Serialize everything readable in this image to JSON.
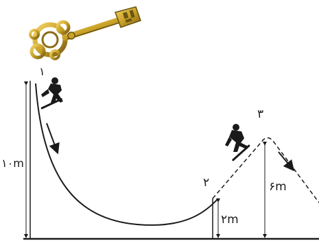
{
  "labels": {
    "point_1": "۱",
    "point_2": "۲",
    "point_3": "۳",
    "height_start": "۱۰m",
    "height_point_2": "۲m",
    "height_point_3": "۶m"
  },
  "icons": {
    "key": "key-icon",
    "skater_top": "skateboarder-icon",
    "skater_ramp": "skateboarder-icon",
    "arrow_down": "arrow-icon",
    "arrow_ramp": "arrow-icon"
  },
  "colors": {
    "track": "#1a1a1a",
    "key_gold": "#c9a227",
    "key_dark": "#6b5411"
  }
}
